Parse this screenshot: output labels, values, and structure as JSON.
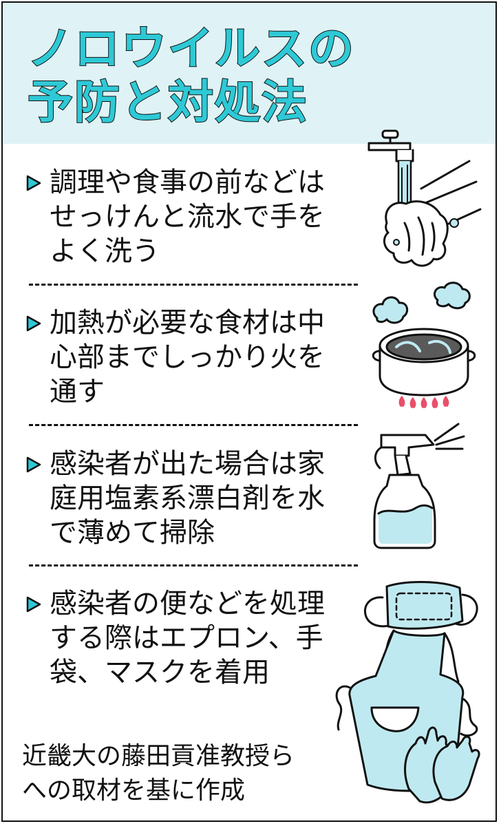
{
  "title": {
    "line1": "ノロウイルスの",
    "line2": "予防と対処法"
  },
  "items": [
    {
      "lines": [
        "調理や食事の前などは",
        "せっけんと流水で手を",
        "よく洗う"
      ],
      "icon": "hand-washing-icon"
    },
    {
      "lines": [
        "加熱が必要な食材は中",
        "心部までしっかり火を",
        "通す"
      ],
      "icon": "cooking-pot-icon"
    },
    {
      "lines": [
        "感染者が出た場合は家",
        "庭用塩素系漂白剤を水",
        "で薄めて掃除"
      ],
      "icon": "spray-bottle-icon"
    },
    {
      "lines": [
        "感染者の便などを処理",
        "する際はエプロン、手",
        "袋、マスクを着用"
      ],
      "icon": "mask-apron-gloves-icon"
    }
  ],
  "credit": {
    "line1": "近畿大の藤田貢准教授ら",
    "line2": "への取材を基に作成"
  },
  "colors": {
    "accent": "#2ec9d6",
    "header_bg": "#dff3f6",
    "fill_light": "#bfe9f0",
    "ink": "#111111",
    "flame": "#e8506a"
  }
}
